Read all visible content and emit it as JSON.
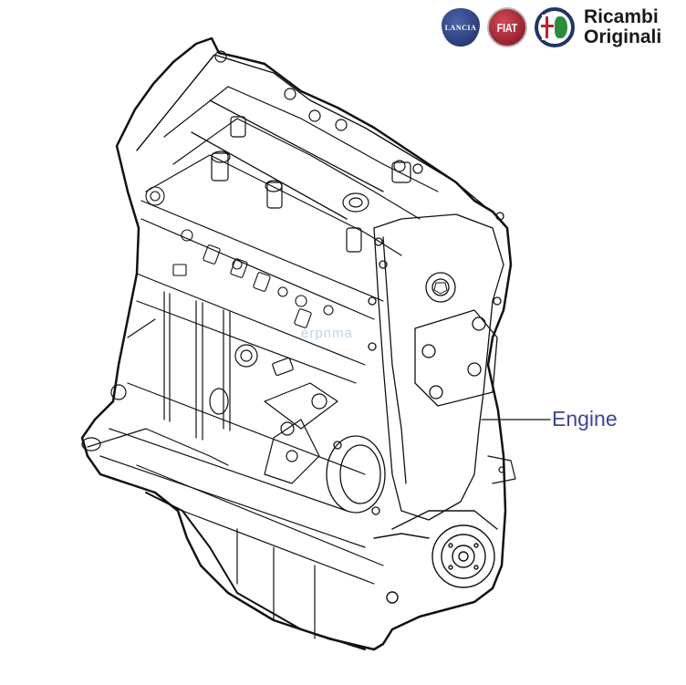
{
  "header": {
    "brands": [
      {
        "name": "Lancia",
        "label": "LANCIA",
        "color": "#1c2b63"
      },
      {
        "name": "Fiat",
        "label": "FIAT",
        "color": "#9a1a2a"
      },
      {
        "name": "Alfa Romeo",
        "label": "ALFA ROMEO",
        "color": "#1f3566"
      }
    ],
    "title_line1": "Ricambi",
    "title_line2": "Originali"
  },
  "diagram": {
    "subject": "engine-assembly-line-drawing",
    "callouts": [
      {
        "label": "Engine",
        "color": "#3b45a0"
      }
    ],
    "watermark": "erpnma"
  }
}
